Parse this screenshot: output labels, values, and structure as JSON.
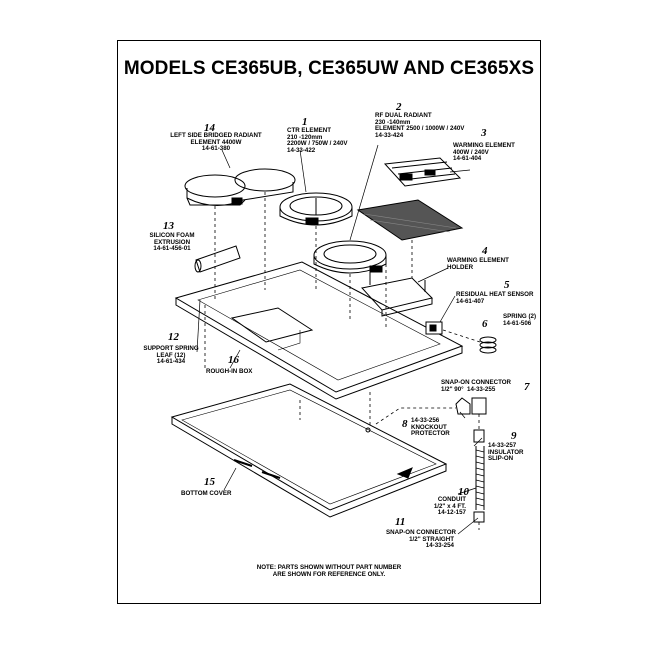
{
  "title": "MODELS CE365UB, CE365UW AND CE365XS",
  "parts": [
    {
      "num": "1",
      "lines": [
        "CTR ELEMENT",
        "210 -120mm",
        "2200W / 750W / 240V",
        "14-33-422"
      ]
    },
    {
      "num": "2",
      "lines": [
        "RF DUAL RADIANT",
        "230 -140mm",
        "ELEMENT 2500 / 1000W / 240V",
        "14-33-424"
      ]
    },
    {
      "num": "3",
      "lines": [
        "WARMING ELEMENT",
        "400W / 240V",
        "14-61-404"
      ]
    },
    {
      "num": "4",
      "lines": [
        "WARMING ELEMENT",
        "HOLDER"
      ]
    },
    {
      "num": "5",
      "lines": [
        "RESIDUAL HEAT SENSOR",
        "14-61-407"
      ]
    },
    {
      "num": "6",
      "lines": [
        "SPRING (2)",
        "14-61-506"
      ]
    },
    {
      "num": "7",
      "lines": [
        "SNAP-ON CONNECTOR",
        "1/2\" 90°  14-33-255"
      ]
    },
    {
      "num": "8",
      "lines": [
        "14-33-256",
        "KNOCKOUT",
        "PROTECTOR"
      ]
    },
    {
      "num": "9",
      "lines": [
        "14-33-257",
        "INSULATOR",
        "SLIP-ON"
      ]
    },
    {
      "num": "10",
      "lines": [
        "CONDUIT",
        "1/2\" x 4 FT.",
        "14-12-157"
      ]
    },
    {
      "num": "11",
      "lines": [
        "SNAP-ON CONNECTOR",
        "1/2\" STRAIGHT",
        "14-33-254"
      ]
    },
    {
      "num": "12",
      "lines": [
        "SUPPORT SPRING",
        "LEAF (12)",
        "14-61-434"
      ]
    },
    {
      "num": "13",
      "lines": [
        "SILICON FOAM",
        "EXTRUSION",
        "14-61-456-01"
      ]
    },
    {
      "num": "14",
      "lines": [
        "LEFT SIDE BRIDGED RADIANT",
        "ELEMENT 4400W",
        "14-61-380"
      ]
    },
    {
      "num": "15",
      "lines": [
        "BOTTOM COVER"
      ]
    },
    {
      "num": "16",
      "lines": [
        "ROUGH-IN BOX"
      ]
    }
  ],
  "note": [
    "NOTE: PARTS SHOWN WITHOUT PART NUMBER",
    "ARE SHOWN FOR REFERENCE ONLY."
  ]
}
